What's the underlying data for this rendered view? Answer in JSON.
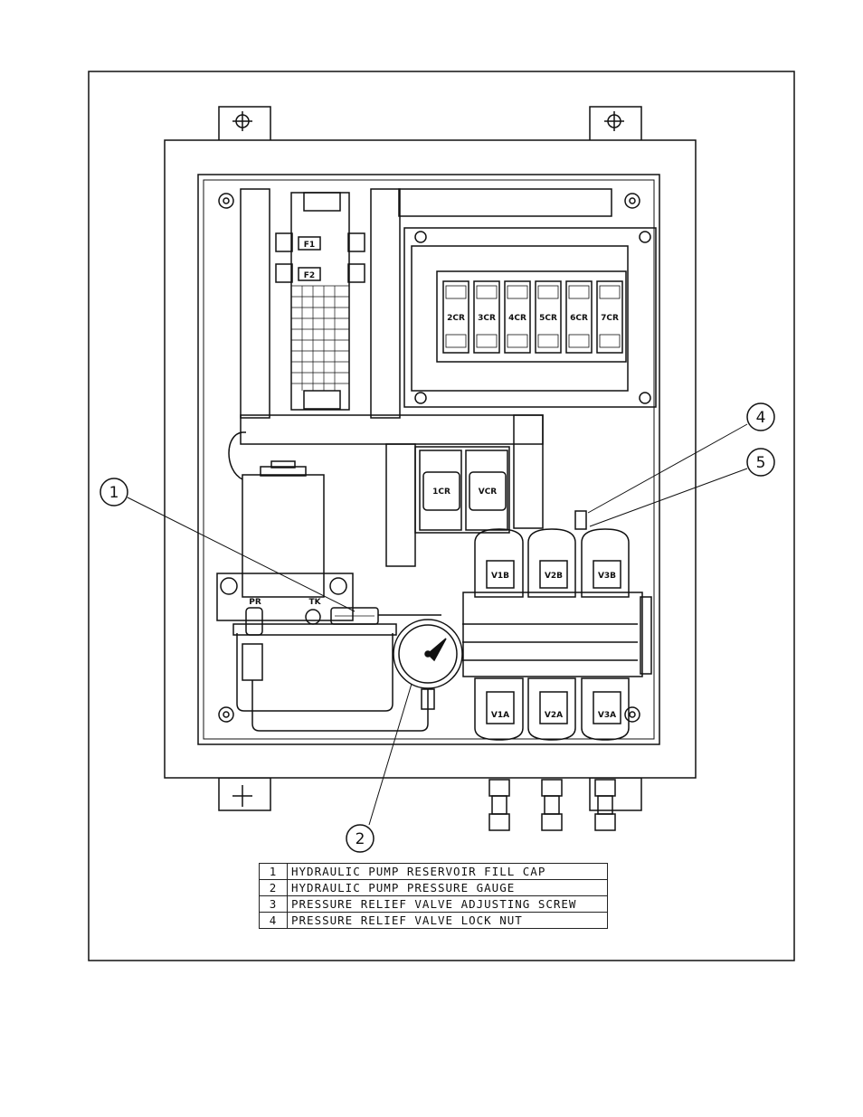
{
  "diagram": {
    "callouts": [
      "1",
      "2",
      "4",
      "5"
    ],
    "fuse_labels": [
      "F1",
      "F2"
    ],
    "relay_labels": [
      "2CR",
      "3CR",
      "4CR",
      "5CR",
      "6CR",
      "7CR"
    ],
    "small_relay_labels": [
      "1CR",
      "VCR"
    ],
    "port_labels": [
      "PR",
      "TK"
    ],
    "valve_labels_top": [
      "V1B",
      "V2B",
      "V3B"
    ],
    "valve_labels_bottom": [
      "V1A",
      "V2A",
      "V3A"
    ]
  },
  "legend": {
    "rows": [
      {
        "num": "1",
        "desc": "HYDRAULIC PUMP RESERVOIR FILL CAP"
      },
      {
        "num": "2",
        "desc": "HYDRAULIC PUMP PRESSURE GAUGE"
      },
      {
        "num": "3",
        "desc": "PRESSURE RELIEF VALVE ADJUSTING SCREW"
      },
      {
        "num": "4",
        "desc": "PRESSURE RELIEF VALVE LOCK NUT"
      }
    ]
  }
}
